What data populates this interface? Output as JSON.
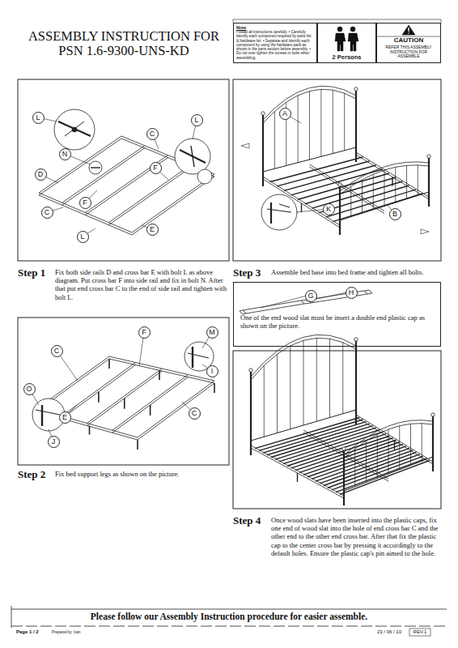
{
  "diagram": {
    "title": "ASSEMBLY INSTRUCTION FOR PSN 1.6-9300-UNS-KD",
    "nodes": [
      {
        "text": [
          "Note",
          "• Read all instructions carefully. • Carefully identify each component required by parts list & hardware list. • Separate and identify each component by using the hardware pack as shown in the parts section before assembly. • Do not over tighten the screws or bolts when assembling."
        ]
      },
      {
        "text": [
          "2 Persons"
        ]
      },
      {
        "text": [
          "CAUTION",
          "REFER THIS ASSEMBLY INSTRUCTION FOR ASSEMBLE"
        ]
      },
      {
        "text": [
          "L"
        ]
      },
      {
        "text": [
          "L"
        ]
      },
      {
        "text": [
          "C"
        ]
      },
      {
        "text": [
          "N"
        ]
      },
      {
        "text": [
          "D"
        ]
      },
      {
        "text": [
          "F"
        ]
      },
      {
        "text": [
          "F"
        ]
      },
      {
        "text": [
          "C"
        ]
      },
      {
        "text": [
          "E"
        ]
      },
      {
        "text": [
          "L"
        ]
      },
      {
        "text": [
          "A"
        ]
      },
      {
        "text": [
          "K"
        ]
      },
      {
        "text": [
          "B"
        ]
      },
      {
        "text": [
          "One of the end wood slat must be insert a double end plastic cap as shown on the picture."
        ]
      },
      {
        "text": [
          "G"
        ],
        "in": 16
      },
      {
        "text": [
          "H"
        ],
        "in": 16
      },
      {
        "text": [
          "F"
        ]
      },
      {
        "text": [
          "M"
        ]
      },
      {
        "text": [
          "C"
        ]
      },
      {
        "text": [
          "I"
        ]
      },
      {
        "text": [
          "O"
        ]
      },
      {
        "text": [
          "E"
        ]
      },
      {
        "text": [
          "J"
        ]
      },
      {
        "text": [
          "C"
        ]
      }
    ],
    "labels": [
      "Step 1",
      "Fix both side rails D and cross bar E with bolt L as above diagram. Put cross bar F into side rail and fix in bolt N. After that put end cross bar C to the end of side rail and tighten with bolt L.",
      "Step 2",
      "Fix bed support legs as shown on the picture.",
      "Step 3",
      "Assemble bed base into bed frame and tighten all bolts.",
      "Step 4",
      "Once wood slats have been inserted into the plastic caps, fix one end of wood slat into the hole of end cross bar C and the other end to the other end cross bar. After that fix the plastic cap to the center cross bar by pressing it accordingly to the default holes. Ensure the plastic cap's pin aimed to the hole.",
      "Please follow our Assembly Instruction procedure for easier assemble.",
      "Page 1 / 2",
      "Prepared by: Ivan",
      "23 / 06 / 10",
      "REV.1"
    ]
  }
}
